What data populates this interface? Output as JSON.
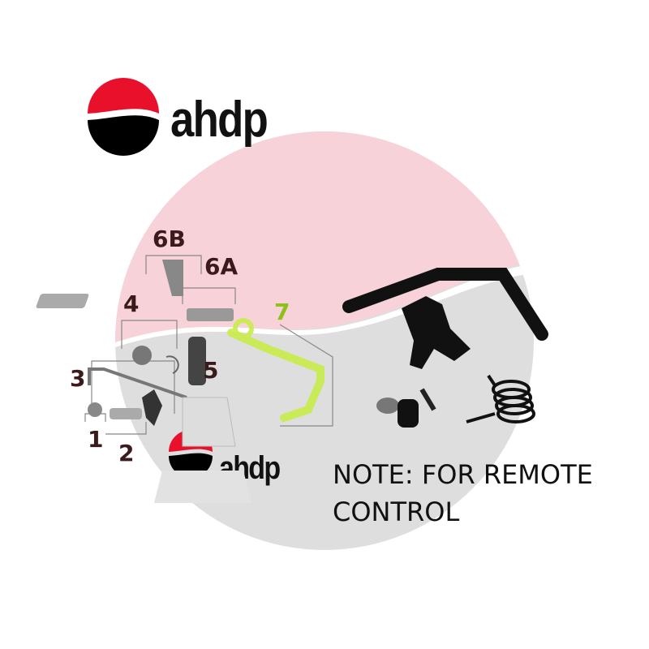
{
  "logo": {
    "text": "ahdp",
    "red": "#e8102a",
    "black": "#000000"
  },
  "watermark": {
    "top_color": "#f6d0d6",
    "bottom_color": "#dcdcdc"
  },
  "diagram": {
    "labels": [
      "6B",
      "6A",
      "4",
      "7",
      "3",
      "5",
      "1",
      "2"
    ],
    "highlight_color": "#c8ec4a"
  },
  "note": {
    "line1": "NOTE: FOR REMOTE",
    "line2": "CONTROL"
  }
}
